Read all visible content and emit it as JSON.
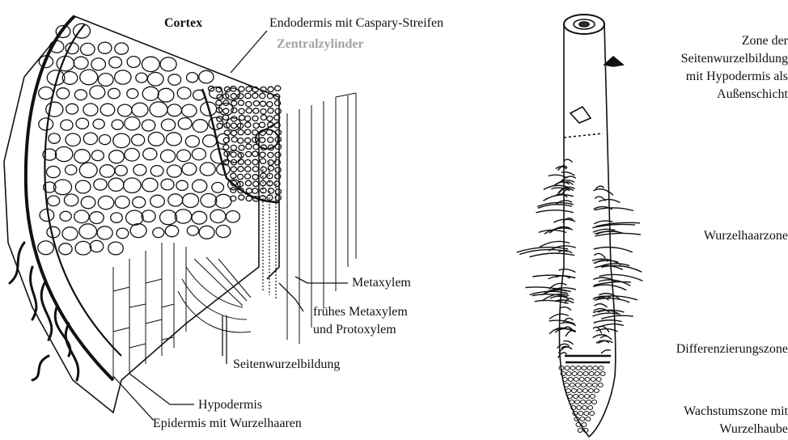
{
  "left_diagram": {
    "labels": {
      "cortex": "Cortex",
      "endodermis": "Endodermis mit Caspary-Streifen",
      "central_cylinder": "Zentralzylinder",
      "metaxylem": "Metaxylem",
      "early_metaxylem_1": "frühes Metaxylem",
      "early_metaxylem_2": "und Protoxylem",
      "lateral_root": "Seitenwurzelbildung",
      "hypodermis": "Hypodermis",
      "epidermis": "Epidermis mit Wurzelhaaren"
    }
  },
  "right_diagram": {
    "labels": {
      "zone_lateral_1": "Zone der",
      "zone_lateral_2": "Seitenwurzelbildung",
      "zone_lateral_3": "mit Hypodermis als",
      "zone_lateral_4": "Außenschicht",
      "root_hair_zone": "Wurzelhaarzone",
      "differentiation_zone": "Differenzierungszone",
      "growth_zone_1": "Wachstumszone mit",
      "growth_zone_2": "Wurzelhaube"
    }
  },
  "colors": {
    "ink": "#111111",
    "muted_label": "#a3a3a3",
    "background": "#ffffff"
  }
}
